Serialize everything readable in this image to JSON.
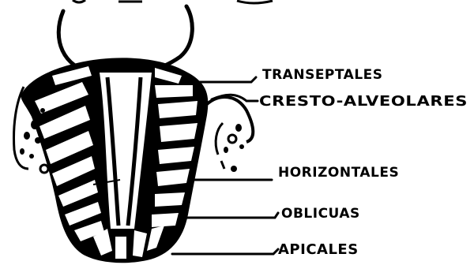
{
  "diagram": {
    "labels": {
      "transeptales": "TRANSEPTALES",
      "cresto_alveolares": "CRESTO-ALVEOLARES",
      "horizontales": "HORIZONTALES",
      "oblicuas": "OBLICUAS",
      "apicales": "APICALES"
    },
    "colors": {
      "ink": "#000000",
      "paper": "#ffffff"
    }
  }
}
